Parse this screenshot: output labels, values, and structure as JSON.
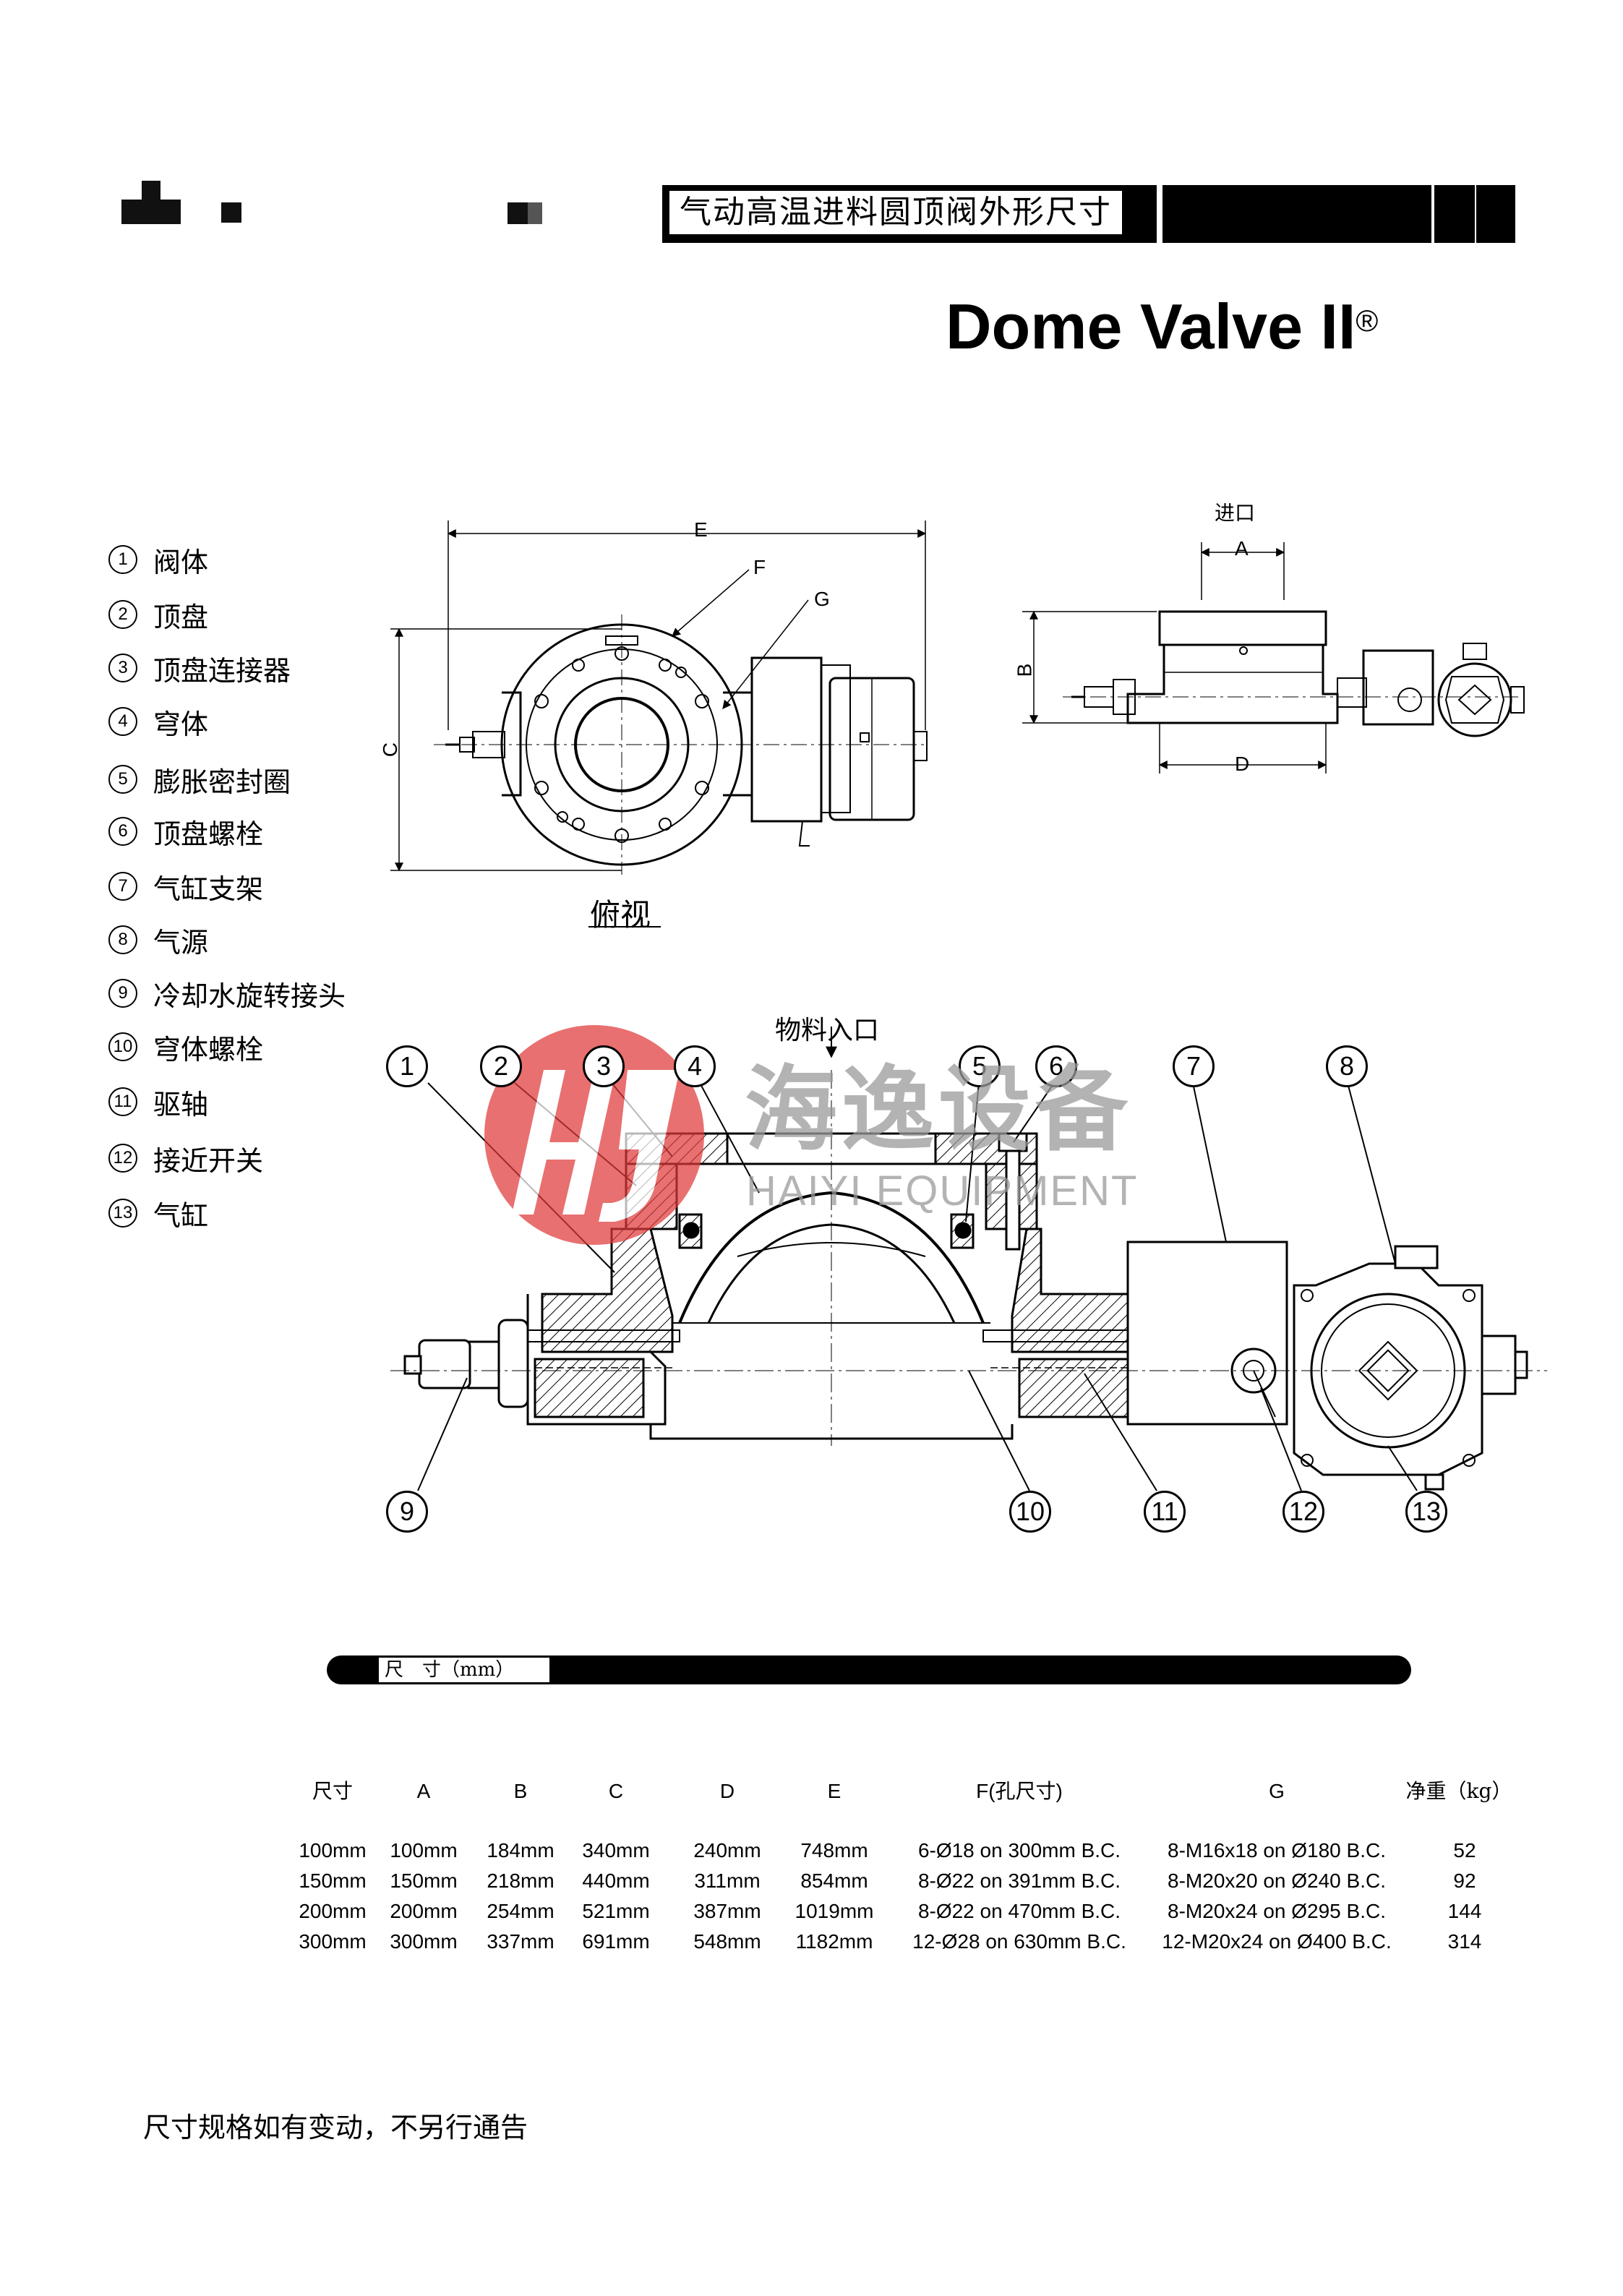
{
  "header": {
    "title": "气动高温进料圆顶阀外形尺寸",
    "product_name": "Dome Valve II",
    "product_mark": "®"
  },
  "parts": [
    {
      "num": "1",
      "name": "阀体"
    },
    {
      "num": "2",
      "name": "顶盘"
    },
    {
      "num": "3",
      "name": "顶盘连接器"
    },
    {
      "num": "4",
      "name": "穹体"
    },
    {
      "num": "5",
      "name": "膨胀密封圈"
    },
    {
      "num": "6",
      "name": "顶盘螺栓"
    },
    {
      "num": "7",
      "name": "气缸支架"
    },
    {
      "num": "8",
      "name": "气源"
    },
    {
      "num": "9",
      "name": "冷却水旋转接头"
    },
    {
      "num": "10",
      "name": "穹体螺栓"
    },
    {
      "num": "11",
      "name": "驱轴"
    },
    {
      "num": "12",
      "name": "接近开关"
    },
    {
      "num": "13",
      "name": "气缸"
    }
  ],
  "top_view": {
    "caption": "俯视",
    "dim_e": "E",
    "dim_f": "F",
    "dim_g": "G",
    "dim_c": "C"
  },
  "side_view": {
    "inlet": "进口",
    "dim_a": "A",
    "dim_b": "B",
    "dim_d": "D"
  },
  "section_view": {
    "material_inlet": "物料入口",
    "callouts": [
      "1",
      "2",
      "3",
      "4",
      "5",
      "6",
      "7",
      "8",
      "9",
      "10",
      "11",
      "12",
      "13"
    ]
  },
  "watermark": {
    "logo_text": "HY",
    "name_cn": "海逸设备",
    "name_en": "HAIYI EQUIPMENT"
  },
  "dimensions_table": {
    "title": "尺　寸（mm）",
    "headers": [
      "尺寸",
      "A",
      "B",
      "C",
      "D",
      "E",
      "F(孔尺寸)",
      "G",
      "净重（kg）"
    ],
    "rows": [
      [
        "100mm",
        "100mm",
        "184mm",
        "340mm",
        "240mm",
        "748mm",
        "6-Ø18 on 300mm B.C.",
        "8-M16x18 on Ø180 B.C.",
        "52"
      ],
      [
        "150mm",
        "150mm",
        "218mm",
        "440mm",
        "311mm",
        "854mm",
        "8-Ø22 on 391mm B.C.",
        "8-M20x20 on Ø240 B.C.",
        "92"
      ],
      [
        "200mm",
        "200mm",
        "254mm",
        "521mm",
        "387mm",
        "1019mm",
        "8-Ø22 on 470mm B.C.",
        "8-M20x24 on Ø295 B.C.",
        "144"
      ],
      [
        "300mm",
        "300mm",
        "337mm",
        "691mm",
        "548mm",
        "1182mm",
        "12-Ø28 on 630mm B.C.",
        "12-M20x24 on Ø400 B.C.",
        "314"
      ]
    ]
  },
  "footer_note": "尺寸规格如有变动，不另行通告",
  "colors": {
    "watermark_red": "#e03a3a",
    "watermark_gray": "#9a9a9a"
  }
}
